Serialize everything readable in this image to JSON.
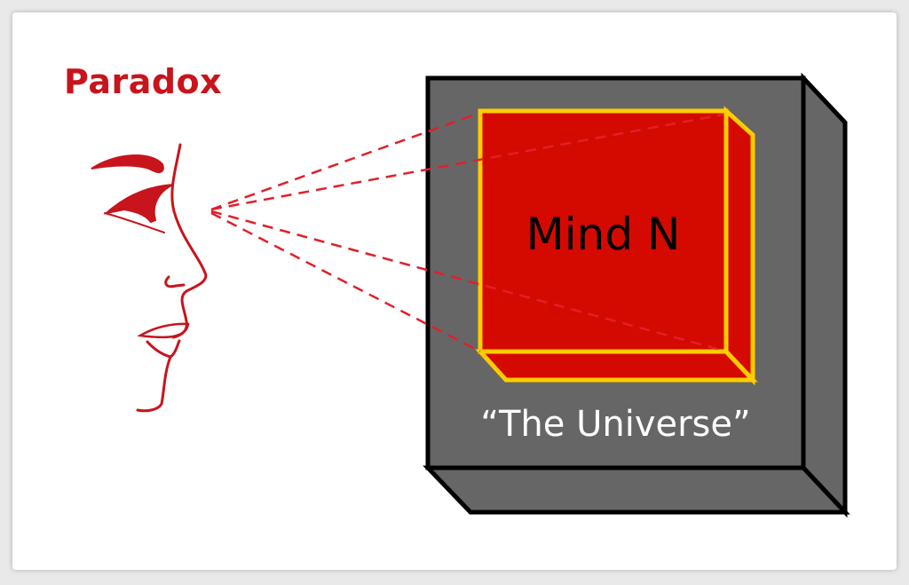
{
  "title": "Paradox",
  "inner_box_label": "Mind N",
  "outer_box_label": "“The Universe”",
  "colors": {
    "accent_red": "#c8141c",
    "box_red": "#d40a00",
    "outline_yellow": "#ffcc00",
    "box_grey": "#666666"
  }
}
